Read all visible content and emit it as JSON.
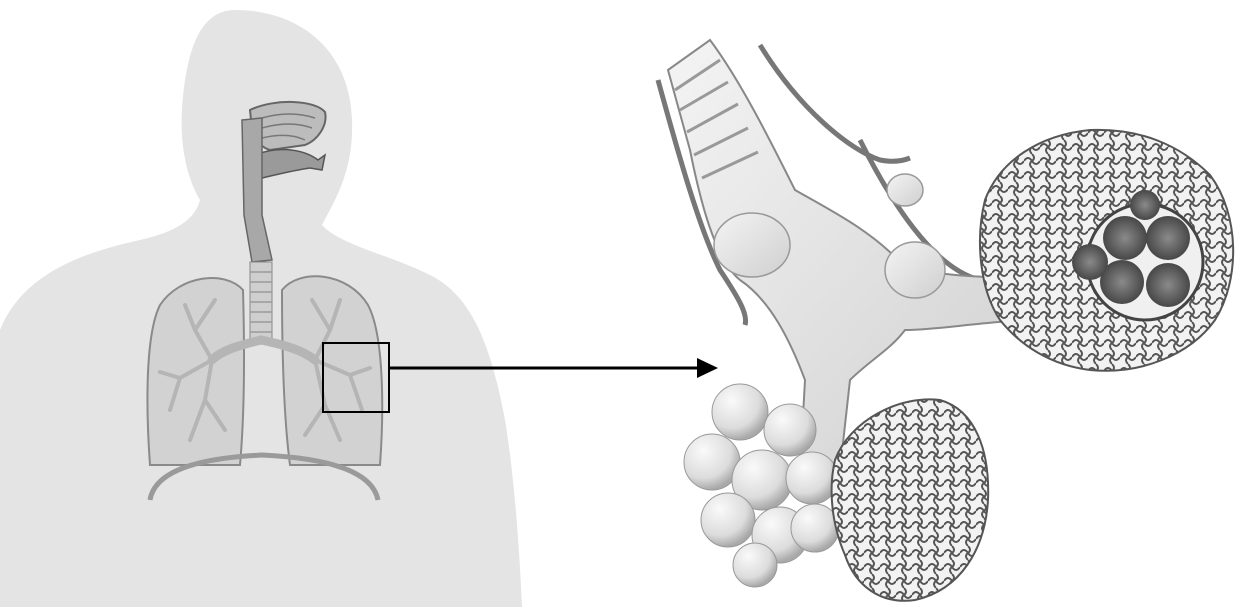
{
  "colors": {
    "background": "#ffffff",
    "body_silhouette": "#e4e4e4",
    "lung_fill": "#d2d2d2",
    "organ_stroke": "#777777",
    "bronchi": "#bdbdbd",
    "airway_dark": "#8a8a8a",
    "alveoli_light": "#efefef",
    "alveoli_shadow": "#b8b8b8",
    "capillary": "#6e6e6e",
    "arrow": "#000000"
  },
  "figure": {
    "left_panel": "human-torso-respiratory-system",
    "right_panel": "magnified-bronchiole-and-alveoli",
    "connector": "zoom-arrow"
  }
}
